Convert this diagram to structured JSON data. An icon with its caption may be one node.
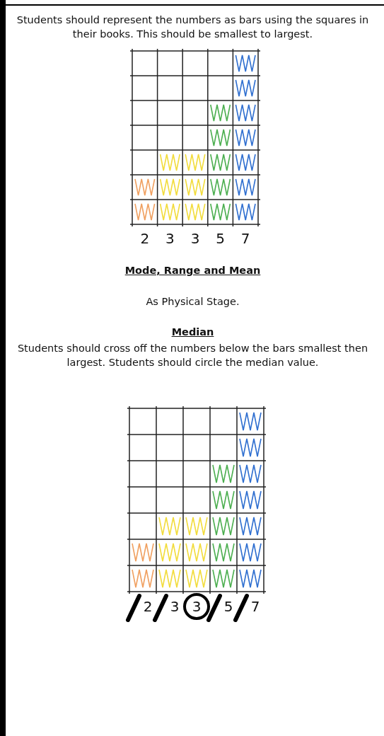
{
  "diagram": {
    "labels": [
      "Students should represent the numbers as bars using the squares in their books. This should be smallest to largest.",
      "2",
      "3",
      "3",
      "5",
      "7",
      "Mode, Range and Mean",
      "As Physical Stage.",
      "Median",
      "Students should cross off the numbers below the bars smallest then largest.  Students should circle the median value.",
      "2",
      "3",
      "3",
      "5",
      "7"
    ]
  }
}
